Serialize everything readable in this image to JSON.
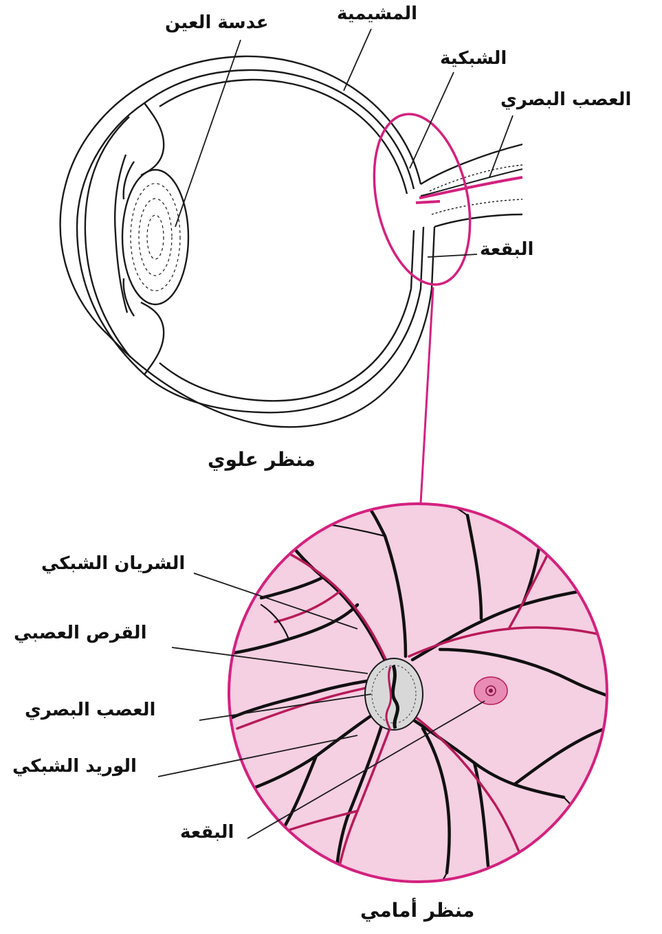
{
  "colors": {
    "magenta": "#d4217f",
    "retina_fill": "#f5cfe2",
    "vessel_dark": "#111111",
    "vessel_red": "#b81a5a",
    "line": "#1a1a1a"
  },
  "labels": {
    "lens": "عدسة العين",
    "choroid": "المشيمية",
    "retina": "الشبكية",
    "optic_nerve": "العصب البصري",
    "macula": "البقعة",
    "top_view": "منظر علوي",
    "retinal_artery": "الشريان الشبكي",
    "optic_disc": "القرص العصبي",
    "optic_nerve_front": "العصب البصري",
    "retinal_vein": "الوريد الشبكي",
    "macula_front": "البقعة",
    "front_view": "منظر أمامي"
  }
}
